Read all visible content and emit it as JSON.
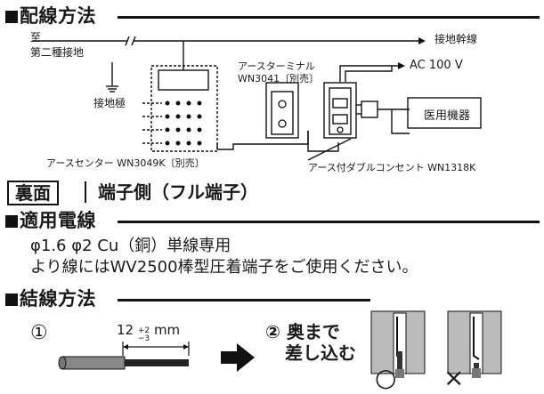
{
  "sections": {
    "wiring": "配線方法",
    "applicable": "適用電線",
    "connection": "結線方法"
  },
  "diagram": {
    "to_label": "至",
    "second_class_ground": "第二種接地",
    "ground_trunk": "接地幹線",
    "ground_electrode": "接地極",
    "earth_terminal": "アースターミナル",
    "earth_terminal_model": "WN3041〔別売〕",
    "ac": "AC 100 V",
    "medical": "医用機器",
    "earth_center": "アースセンター WN3049K〔別売〕",
    "duplex_outlet": "アース付ダブルコンセント WN1318K"
  },
  "back": {
    "tag": "裏面",
    "terminal_side": "端子側（フル端子）"
  },
  "wire": {
    "line1": "φ1.6  φ2 Cu（銅）単線専用",
    "line2": "より線にはWV2500棒型圧着端子をご使用ください。"
  },
  "steps": {
    "step1_num": "①",
    "strip_length": "12",
    "strip_tol_plus": "+2",
    "strip_tol_minus": "−3",
    "strip_unit": "mm",
    "step2_num": "②",
    "step2_line1": "奥まで",
    "step2_line2": "差し込む",
    "ok_mark": "○",
    "ng_mark": "×"
  }
}
